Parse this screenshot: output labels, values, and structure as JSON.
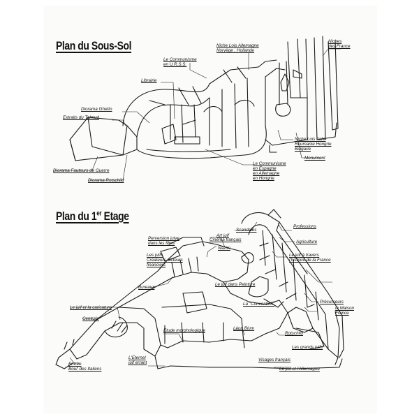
{
  "title_basement": "Plan du Sous-Sol",
  "title_first_floor_prefix": "Plan du 1",
  "title_first_floor_sup": "er",
  "title_first_floor_suffix": " Etage",
  "basement_labels": [
    {
      "id": "niches-france",
      "text": "Niches\ndes France"
    },
    {
      "id": "niche-allemagne",
      "text": "Niche Lois Allemagne\nNorvège , Hollande"
    },
    {
      "id": "communisme-urss",
      "text": "Le Communisme\nen U.R.S.S."
    },
    {
      "id": "librairie",
      "text": "Librairie"
    },
    {
      "id": "diorama-ghetto",
      "text": "Diorama Ghetto"
    },
    {
      "id": "extraits-talmud",
      "text": "Extraits du Talmud"
    },
    {
      "id": "niche-italie",
      "text": "Niche Lois Italie\nRoumanie Hongrie\nBulgarie"
    },
    {
      "id": "monument",
      "text": "Monument"
    },
    {
      "id": "communisme-espagne",
      "text": "Le Communisme\nen Espagne\nen Allemagne\nen Hongrie"
    },
    {
      "id": "diorama-fauteurs",
      "text": "Diorama Fauteurs de Guerre"
    },
    {
      "id": "diorama-rotschild",
      "text": "Diorama Rotschild"
    }
  ],
  "first_floor_labels": [
    {
      "id": "scandales",
      "text": "Scandales"
    },
    {
      "id": "professions",
      "text": "Professions"
    },
    {
      "id": "art-juif",
      "text": "Art juif"
    },
    {
      "id": "cinema-francais",
      "text": "Cinéma français"
    },
    {
      "id": "nazim",
      "text": "Nazim"
    },
    {
      "id": "perversion",
      "text": "Perversion juive\ndans les films"
    },
    {
      "id": "agriculture",
      "text": "Agriculture"
    },
    {
      "id": "juifs-createurs",
      "text": "Les juifs\nCréateurs, acteurs\nfinanciers"
    },
    {
      "id": "juif-histoire",
      "text": "Le juif à travers\nl'histoire de la France"
    },
    {
      "id": "bureaux",
      "text": "Bureaux"
    },
    {
      "id": "juif-dans-peinture",
      "text": "Le juif dans Peinture"
    },
    {
      "id": "convention",
      "text": "La \"Convention\""
    },
    {
      "id": "precurseurs",
      "text": "Précurseurs"
    },
    {
      "id": "juif-caricature",
      "text": "Le juif et la caricature"
    },
    {
      "id": "maison-france",
      "text": "la Maison\nFrance"
    },
    {
      "id": "centrale",
      "text": "Centrale"
    },
    {
      "id": "etude-morphologique",
      "text": "Etude morphologique"
    },
    {
      "id": "leon-blum",
      "text": "Léon Blum"
    },
    {
      "id": "rotschild",
      "text": "Rotschild"
    },
    {
      "id": "grands-juifs",
      "text": "Les grands juifs"
    },
    {
      "id": "eternel-juif",
      "text": "L'Eternel\njuif errant"
    },
    {
      "id": "entree",
      "text": "Entrée\nBoul' des Italiens"
    },
    {
      "id": "visages-francais",
      "text": "Visages français"
    },
    {
      "id": "juif-allemagne",
      "text": "Le juif et l'Allemagne"
    }
  ]
}
